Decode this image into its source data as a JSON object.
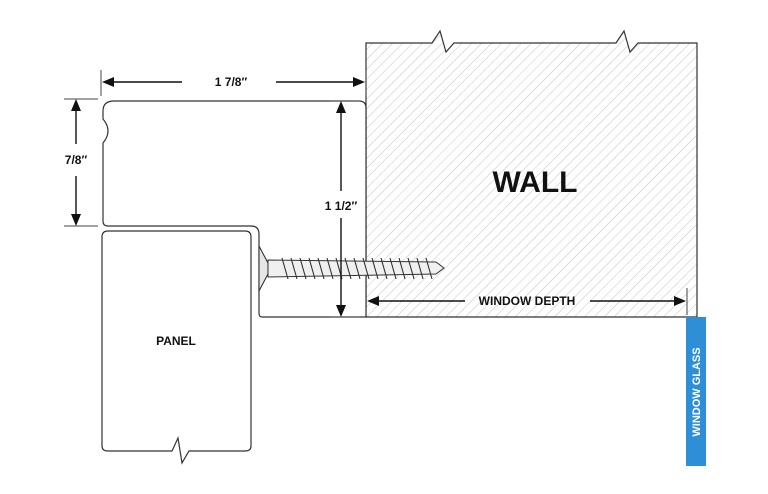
{
  "labels": {
    "wall": "WALL",
    "panel": "PANEL",
    "window_glass": "WINDOW GLASS",
    "window_depth": "WINDOW DEPTH"
  },
  "dimensions": {
    "top_width": "1 7/8″",
    "left_height": "7/8″",
    "flange_height": "1 1/2″"
  },
  "colors": {
    "glass": "#2E8FD6",
    "wall_hatch": "#bdbdbd",
    "outline": "#333333"
  }
}
